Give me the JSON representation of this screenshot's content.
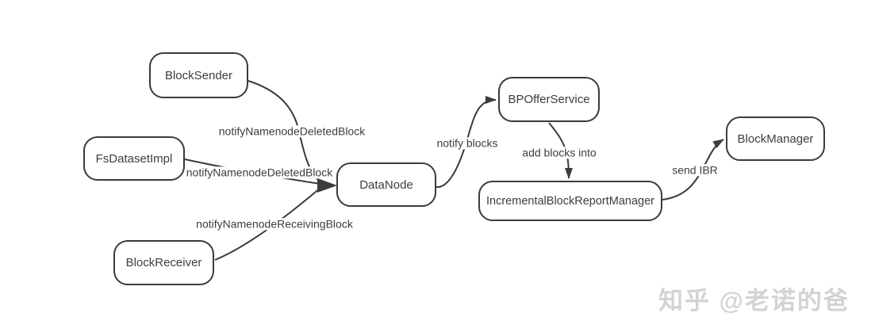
{
  "diagram": {
    "nodes": {
      "block_sender": {
        "label": "BlockSender"
      },
      "fs_dataset_impl": {
        "label": "FsDatasetImpl"
      },
      "block_receiver": {
        "label": "BlockReceiver"
      },
      "data_node": {
        "label": "DataNode"
      },
      "bp_offer_service": {
        "label": "BPOfferService"
      },
      "incremental_block_report_manager": {
        "label": "IncrementalBlockReportManager"
      },
      "block_manager": {
        "label": "BlockManager"
      }
    },
    "edges": {
      "sender_to_datanode": {
        "from": "BlockSender",
        "to": "DataNode",
        "label": "notifyNamenodeDeletedBlock"
      },
      "fsdataset_to_datanode": {
        "from": "FsDatasetImpl",
        "to": "DataNode",
        "label": "notifyNamenodeDeletedBlock"
      },
      "receiver_to_datanode": {
        "from": "BlockReceiver",
        "to": "DataNode",
        "label": "notifyNamenodeReceivingBlock"
      },
      "datanode_to_bpofferservice": {
        "from": "DataNode",
        "to": "BPOfferService",
        "label": "notify blocks"
      },
      "bpofferservice_to_ibrm": {
        "from": "BPOfferService",
        "to": "IncrementalBlockReportManager",
        "label": "add blocks into"
      },
      "ibrm_to_blockmanager": {
        "from": "IncrementalBlockReportManager",
        "to": "BlockManager",
        "label": "send IBR"
      }
    }
  },
  "watermark": {
    "text": "知乎 @老诺的爸"
  },
  "colors": {
    "stroke": "#3b3b3b",
    "node_fill": "#ffffff",
    "text": "#3d3d3d",
    "background": "#ffffff",
    "watermark": "#afafaf"
  }
}
